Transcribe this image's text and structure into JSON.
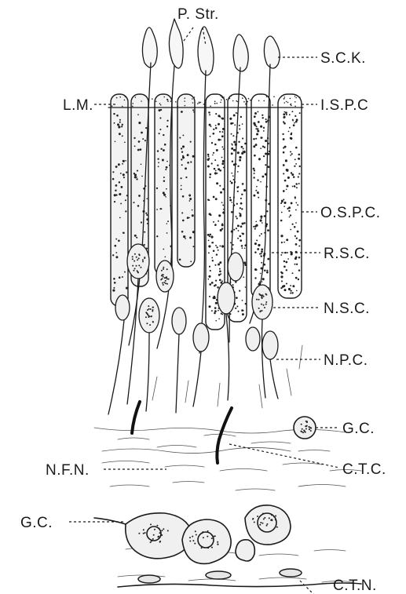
{
  "figure": {
    "labels": {
      "p_str": "P. Str.",
      "sck": "S.C.K.",
      "lm": "L.M.",
      "ispc": "I.S.P.C",
      "ospc": "O.S.P.C.",
      "rsc": "R.S.C.",
      "nsc": "N.S.C.",
      "npc": "N.P.C.",
      "gc_right": "G.C.",
      "nfn": "N.F.N.",
      "ctc": "C.T.C.",
      "gc_left": "G.C.",
      "ctn": "C.T.N."
    }
  }
}
